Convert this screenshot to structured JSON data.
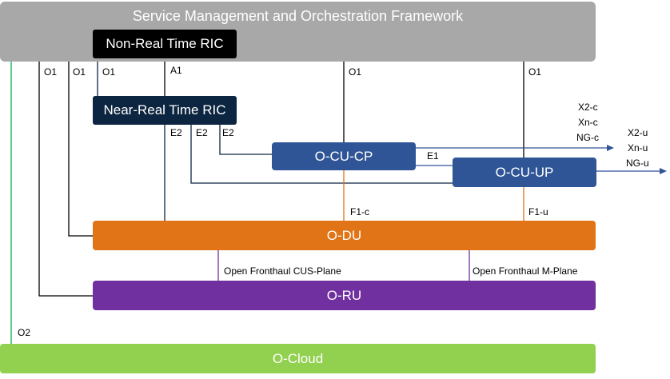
{
  "blocks": {
    "smo": "Service Management and Orchestration Framework",
    "non_rt_ric": "Non-Real Time RIC",
    "near_rt_ric": "Near-Real Time RIC",
    "o_cu_cp": "O-CU-CP",
    "o_cu_up": "O-CU-UP",
    "o_du": "O-DU",
    "o_ru": "O-RU",
    "o_cloud": "O-Cloud"
  },
  "interfaces": {
    "o1_ru": "O1",
    "o1_du": "O1",
    "o1_near_rt": "O1",
    "a1": "A1",
    "o1_cucp": "O1",
    "o1_cuup": "O1",
    "e2_du": "E2",
    "e2_cuup": "E2",
    "e2_cucp": "E2",
    "e1": "E1",
    "f1_c": "F1-c",
    "f1_u": "F1-u",
    "fronthaul_cus": "Open Fronthaul CUS-Plane",
    "fronthaul_m": "Open Fronthaul M-Plane",
    "o2": "O2"
  },
  "external": {
    "cp_lines": [
      "X2-c",
      "Xn-c",
      "NG-c"
    ],
    "up_lines": [
      "X2-u",
      "Xn-u",
      "NG-u"
    ]
  },
  "colors": {
    "smo": "#a8a8a8",
    "non_rt_ric": "#000000",
    "near_rt_ric": "#0c2540",
    "o_cu": "#2f5597",
    "o_du": "#e07417",
    "o_ru": "#7030a0",
    "o_cloud": "#92d050",
    "link_black": "#000000",
    "link_blue": "#2f5597",
    "link_orange": "#e07417",
    "link_purple": "#7030a0",
    "link_green": "#00b050"
  }
}
